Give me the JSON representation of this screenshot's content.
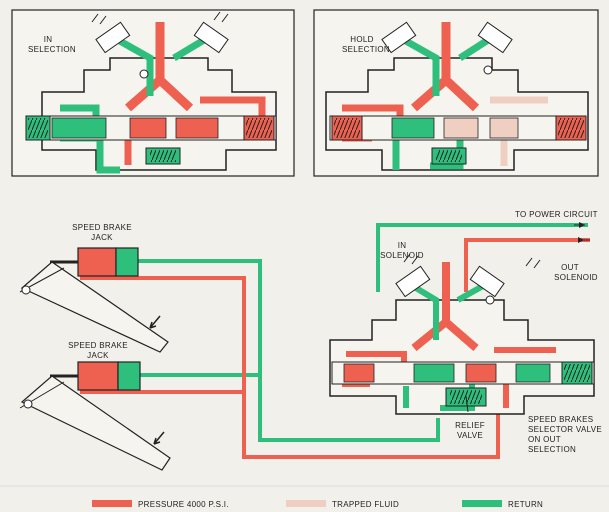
{
  "panels": {
    "in_selection": {
      "label_l1": "IN",
      "label_l2": "SELECTION"
    },
    "hold_selection": {
      "label_l1": "HOLD",
      "label_l2": "SELECTION"
    }
  },
  "main": {
    "jack1_l1": "SPEED BRAKE",
    "jack1_l2": "JACK",
    "jack2_l1": "SPEED BRAKE",
    "jack2_l2": "JACK",
    "to_power": "TO POWER CIRCUIT",
    "in_solenoid_l1": "IN",
    "in_solenoid_l2": "SOLENOID",
    "out_solenoid_l1": "OUT",
    "out_solenoid_l2": "SOLENOID",
    "relief_l1": "RELIEF",
    "relief_l2": "VALVE",
    "selector_l1": "SPEED BRAKES",
    "selector_l2": "SELECTOR VALVE",
    "selector_l3": "ON OUT",
    "selector_l4": "SELECTION"
  },
  "legend": [
    {
      "label": "PRESSURE 4000 P.S.I.",
      "color": "#ee6150"
    },
    {
      "label": "TRAPPED FLUID",
      "color": "#efcfc2"
    },
    {
      "label": "RETURN",
      "color": "#2fbf7d"
    }
  ],
  "colors": {
    "pressure": "#ee6150",
    "trapped": "#efcfc2",
    "return": "#2fbf7d",
    "outline": "#222222"
  }
}
